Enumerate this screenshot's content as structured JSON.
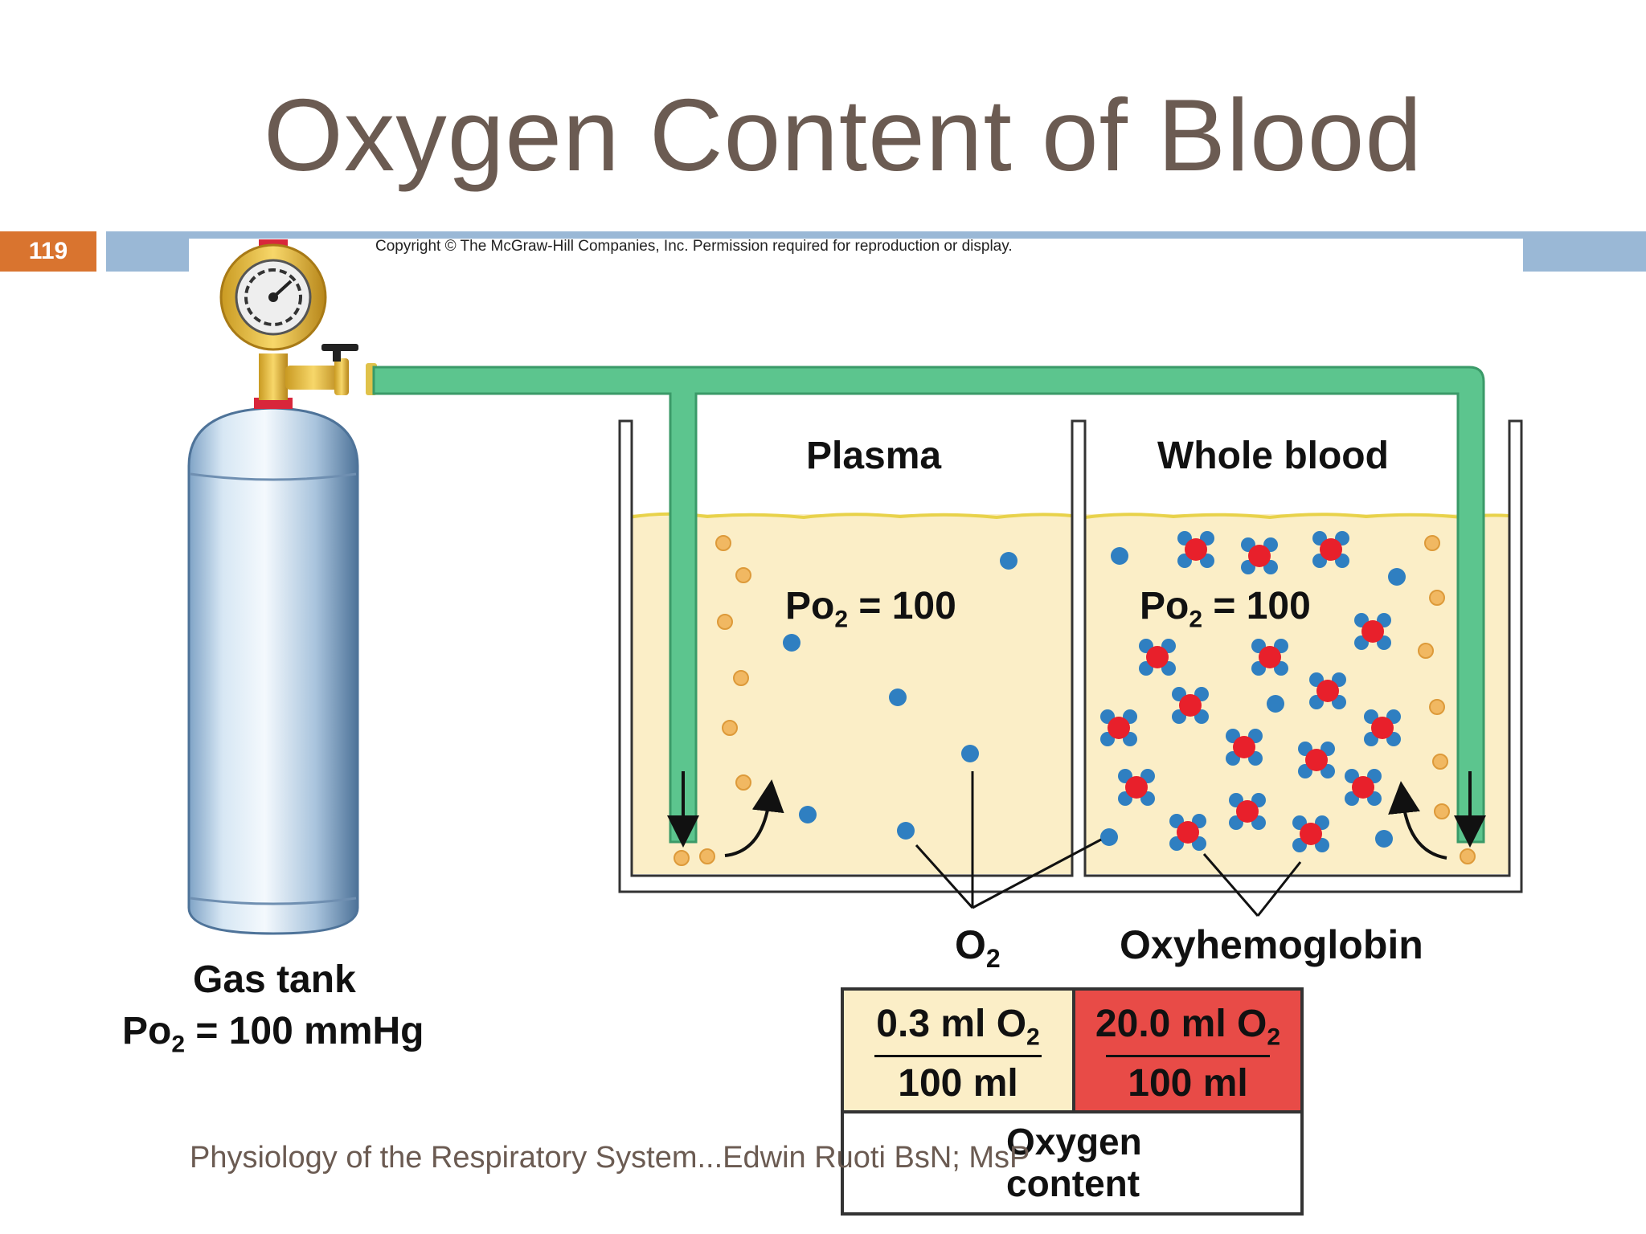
{
  "slide": {
    "title": "Oxygen Content of Blood",
    "page_number": "119",
    "copyright": "Copyright © The McGraw-Hill Companies, Inc. Permission required for reproduction or display.",
    "footer": "Physiology of the Respiratory System...Edwin Ruoti BsN; MsP"
  },
  "diagram": {
    "gas_tank": {
      "title": "Gas tank",
      "po2_prefix": "Po",
      "po2_sub": "2",
      "po2_value": " = 100 mmHg"
    },
    "plasma": {
      "label": "Plasma",
      "po2_prefix": "Po",
      "po2_sub": "2",
      "po2_value": " = 100"
    },
    "whole_blood": {
      "label": "Whole blood",
      "po2_prefix": "Po",
      "po2_sub": "2",
      "po2_value": " = 100"
    },
    "o2_label": {
      "text": "O",
      "sub": "2"
    },
    "oxyhemoglobin_label": "Oxyhemoglobin",
    "oxygen_content": {
      "plasma": {
        "numerator": "0.3 ml O",
        "numerator_sub": "2",
        "denominator": "100 ml"
      },
      "whole_blood": {
        "numerator": "20.0 ml O",
        "numerator_sub": "2",
        "denominator": "100 ml"
      },
      "caption_line1": "Oxygen",
      "caption_line2": "content"
    }
  },
  "colors": {
    "title": "#6b5b52",
    "band": "#9ab8d6",
    "page_badge": "#d9742f",
    "tube": "#5cc58e",
    "fluid": "#fbeec7",
    "o2_molecule": "#2f7fc1",
    "hemoglobin": "#e8202b",
    "content_red": "#e84b47"
  }
}
